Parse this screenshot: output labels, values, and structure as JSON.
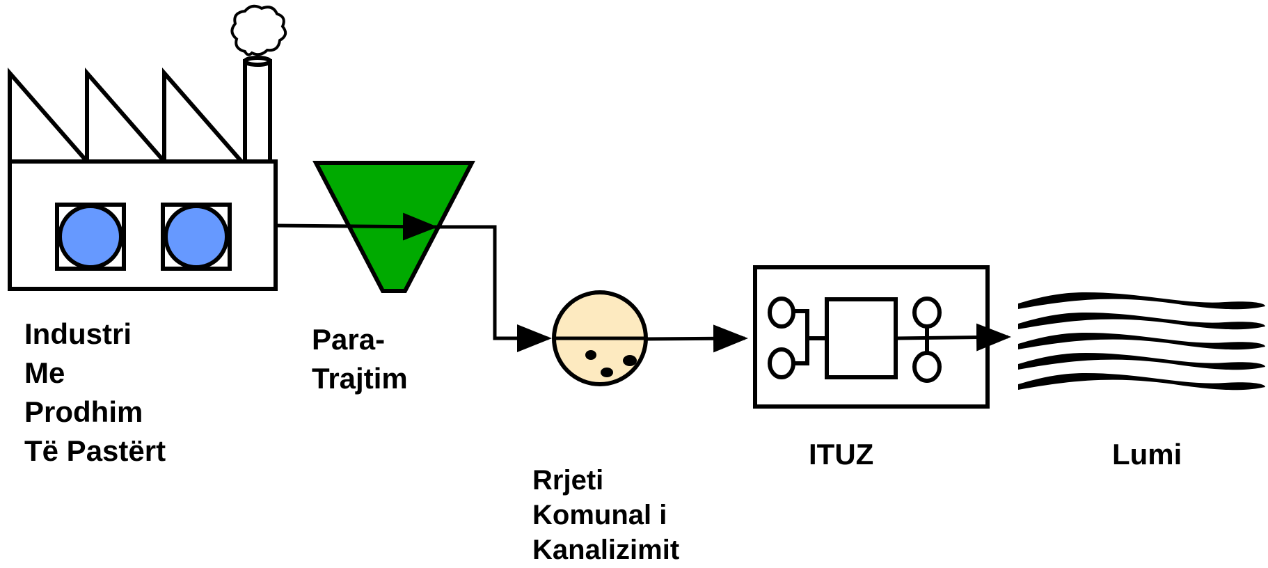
{
  "labels": {
    "industry": [
      "Industri",
      "Me",
      "Prodhim",
      "Të Pastërt"
    ],
    "pretreatment": [
      "Para-",
      "Trajtim"
    ],
    "sewer": [
      "Rrjeti",
      "Komunal i",
      "Kanalizimit"
    ],
    "ituz": "ITUZ",
    "river": "Lumi"
  },
  "colors": {
    "line": "#000000",
    "window": "#6699ff",
    "funnel": "#00aa00",
    "sewer_pipe": "#fdeac0",
    "background": "#ffffff"
  }
}
